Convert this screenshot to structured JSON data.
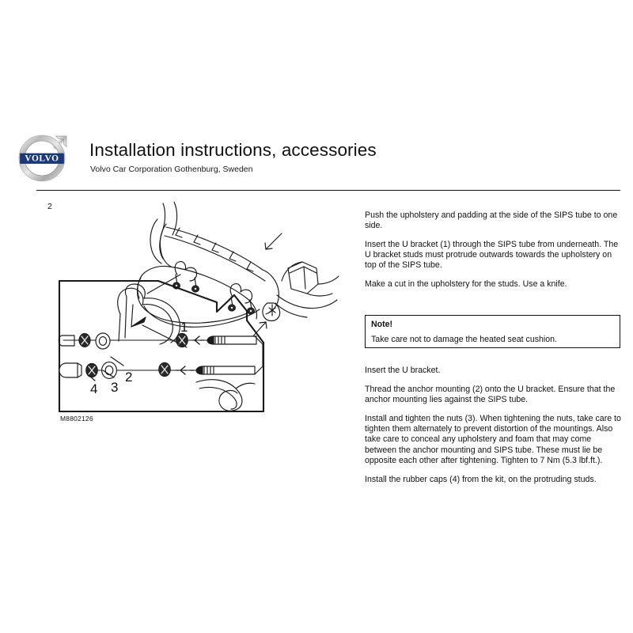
{
  "document": {
    "page_number": "2",
    "figure_id": "M8802126"
  },
  "header": {
    "title": "Installation instructions, accessories",
    "subtitle": "Volvo Car Corporation Gothenburg, Sweden",
    "logo_wordmark": "VOLVO",
    "logo_name": "volvo-logo"
  },
  "instructions_upper": [
    "Push the upholstery and padding at the side of the SIPS tube to one side.",
    "Insert the U bracket (1) through the SIPS tube from underneath. The U bracket studs must protrude outwards towards the upholstery on top of the SIPS tube.",
    "Make a cut in the upholstery for the studs. Use a knife."
  ],
  "note": {
    "title": "Note!",
    "body": "Take care not to damage the heated seat cushion."
  },
  "instructions_lower": [
    "Insert the U bracket.",
    "Thread the anchor mounting (2) onto the U bracket. Ensure that the anchor mounting lies against the SIPS tube.",
    "Install and tighten the nuts (3). When tightening the nuts, take care to tighten them alternately to prevent distortion of the mountings. Also take care to conceal any upholstery and foam that may come between the anchor mounting and SIPS tube. These must lie be opposite each other after tightening. Tighten to 7 Nm (5.3 lbf.ft.).",
    "Install the rubber caps (4) from the kit, on the protruding studs."
  ],
  "illustration": {
    "callouts": [
      {
        "number": "1",
        "part": "u-bracket"
      },
      {
        "number": "2",
        "part": "anchor-mounting"
      },
      {
        "number": "3",
        "part": "nut"
      },
      {
        "number": "4",
        "part": "rubber-cap"
      }
    ]
  },
  "colors": {
    "ink": "#111111",
    "logo_blue": "#1b3a7a",
    "logo_silver": "#c8c8c8",
    "paper": "#ffffff"
  }
}
